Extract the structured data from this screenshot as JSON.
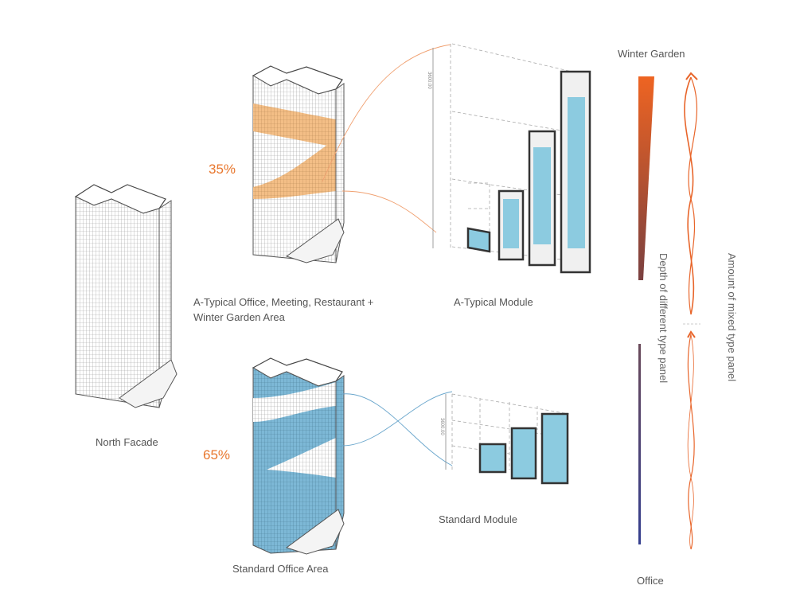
{
  "labels": {
    "north_facade": "North Facade",
    "atypical_area_line1": "A-Typical Office, Meeting, Restaurant +",
    "atypical_area_line2": "Winter Garden Area",
    "standard_area": "Standard Office Area",
    "atypical_module": "A-Typical Module",
    "standard_module": "Standard Module",
    "winter_garden": "Winter Garden",
    "office": "Office",
    "depth_axis": "Depth of different type panel",
    "mixed_axis": "Amount of mixed type panel"
  },
  "percentages": {
    "atypical": "35%",
    "standard": "65%"
  },
  "dimensions": {
    "atypical_floor_height": "3600.00",
    "standard_floor_height": "3600.00"
  },
  "colors": {
    "atypical_accent": "#f0a85a",
    "standard_accent": "#5aa9cf",
    "glass": "#8ccbe0",
    "winter_garden": "#e8652a",
    "office": "#3d4a8a",
    "text": "#555555"
  }
}
